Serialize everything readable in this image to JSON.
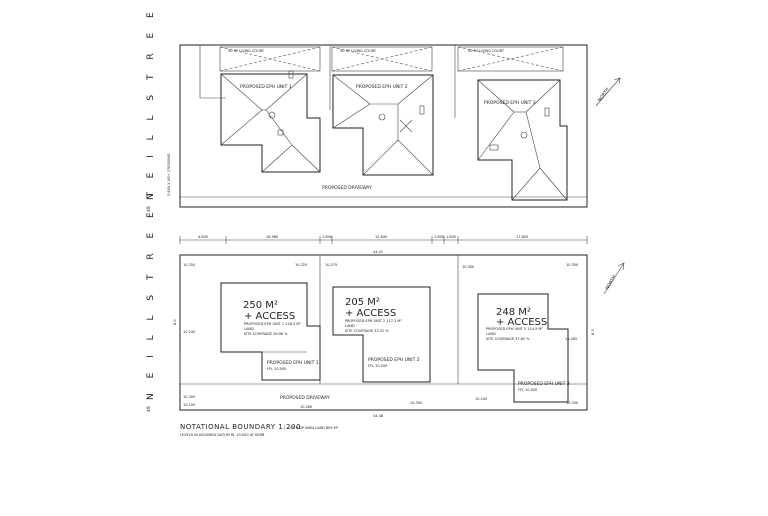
{
  "top_plan": {
    "street_name": "N E I L L   S T R E E T",
    "street_number": "49",
    "crossing_note": "5.800 X VEH. CROSSING",
    "courts": [
      "50 M² LIVING COURT",
      "50 M² LIVING COURT",
      "50 M² LIVING COURT"
    ],
    "units": [
      "PROPOSED EPH UNIT 1",
      "PROPOSED EPH UNIT 2",
      "PROPOSED EPH UNIT 3"
    ],
    "driveway": "PROPOSED DRIVEWAY",
    "north": "NORTH"
  },
  "bottom_plan": {
    "street_name": "N E I L L   S T R E E T",
    "street_number": "49",
    "dims_top": [
      "4.800",
      "16.960",
      "1.800",
      "12.840",
      "1.800",
      "1.800",
      "17.600"
    ],
    "boundary_top": "44.41",
    "boundary_bottom": "44.48",
    "side_dims": [
      "8.0",
      "8.3"
    ],
    "levels": [
      "10.250",
      "10.325",
      "10.275",
      "10.300",
      "10.245",
      "10.350",
      "10.265",
      "10.300",
      "10.100",
      "10.260",
      "10.300",
      "10.240",
      "10.340"
    ],
    "lots": [
      {
        "area": "250 M²",
        "access": "+ ACCESS",
        "stats": [
          "PROPOSED EPH UNIT 1  116.5 M²",
          "LAND",
          "SITE COVERAGE  28.96 %"
        ],
        "label": "PROPOSED EPH UNIT 1",
        "ffl": "FFL 10.500"
      },
      {
        "area": "205 M²",
        "access": "+ ACCESS",
        "stats": [
          "PROPOSED EPH UNIT 2  117.2 M²",
          "LAND",
          "SITE COVERAGE  33.32 %"
        ],
        "label": "PROPOSED EPH UNIT 2",
        "ffl": "FFL 10.500"
      },
      {
        "area": "248 M²",
        "access": "+ ACCESS",
        "stats": [
          "PROPOSED EPH UNIT 3  114.9 M²",
          "LAND",
          "SITE COVERAGE  37.80 %"
        ],
        "label": "PROPOSED EPH UNIT 3",
        "ffl": "FFL 10.500"
      }
    ],
    "driveway": "PROPOSED DRIVEWAY",
    "north": "NORTH",
    "title": "NOTATIONAL BOUNDARY 1:200",
    "lot_info": "LOT 6   DP 0664   LAND 809 M²",
    "levels_note": "LEVELS IN ASSUMED DATUM  RL 10.000 AT KERB"
  }
}
